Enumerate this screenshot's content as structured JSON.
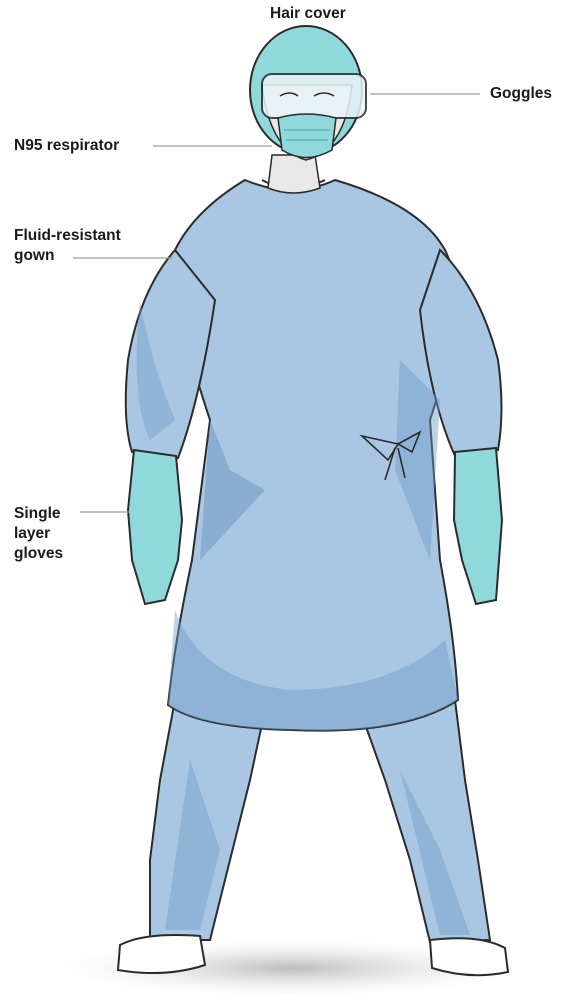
{
  "labels": {
    "hair_cover": "Hair cover",
    "goggles": "Goggles",
    "respirator": "N95 respirator",
    "gown_line1": "Fluid-resistant",
    "gown_line2": "gown",
    "gloves_line1": "Single",
    "gloves_line2": "layer",
    "gloves_line3": "gloves"
  },
  "colors": {
    "gown": "#a9c6e3",
    "gown_shadow": "#6f9bc5",
    "cover_mask_gloves": "#8fd8dc",
    "outline": "#2b2b2b",
    "skin": "#e8e8e8",
    "shoe": "#ffffff",
    "ground_shadow": "#cfcfcf"
  }
}
